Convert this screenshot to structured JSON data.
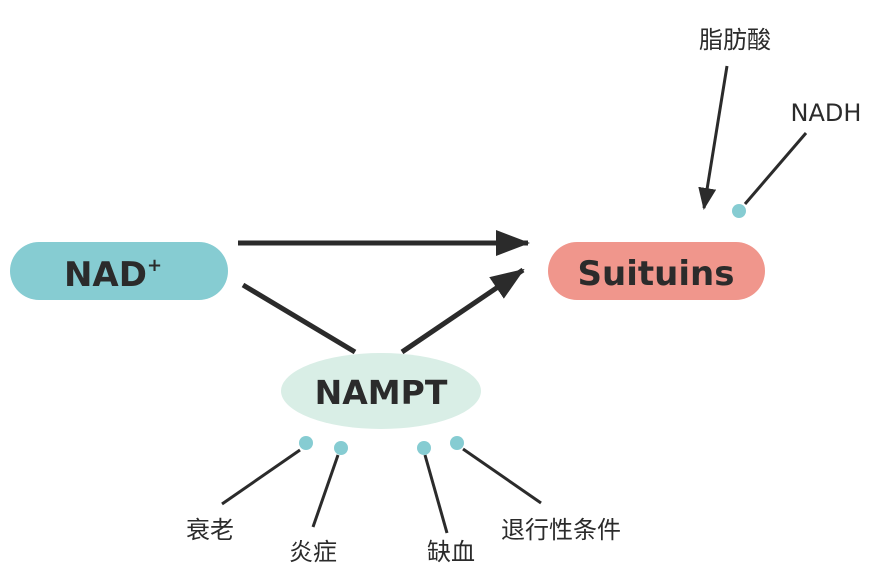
{
  "nodes": {
    "nad": {
      "label": "NAD",
      "superscript": "+",
      "color": "#86ccd2"
    },
    "sirtuins": {
      "label": "Suituins",
      "color": "#f0968c"
    },
    "nampt": {
      "label": "NAMPT",
      "color": "#d9eee6"
    }
  },
  "factors": {
    "fatty_acid": "脂肪酸",
    "nadh": "NADH",
    "aging": "衰老",
    "inflammation": "炎症",
    "ischemia": "缺血",
    "stress": "退行性条件"
  },
  "colors": {
    "inhibitor_dot": "#86ccd2",
    "line": "#2b2b2b"
  }
}
